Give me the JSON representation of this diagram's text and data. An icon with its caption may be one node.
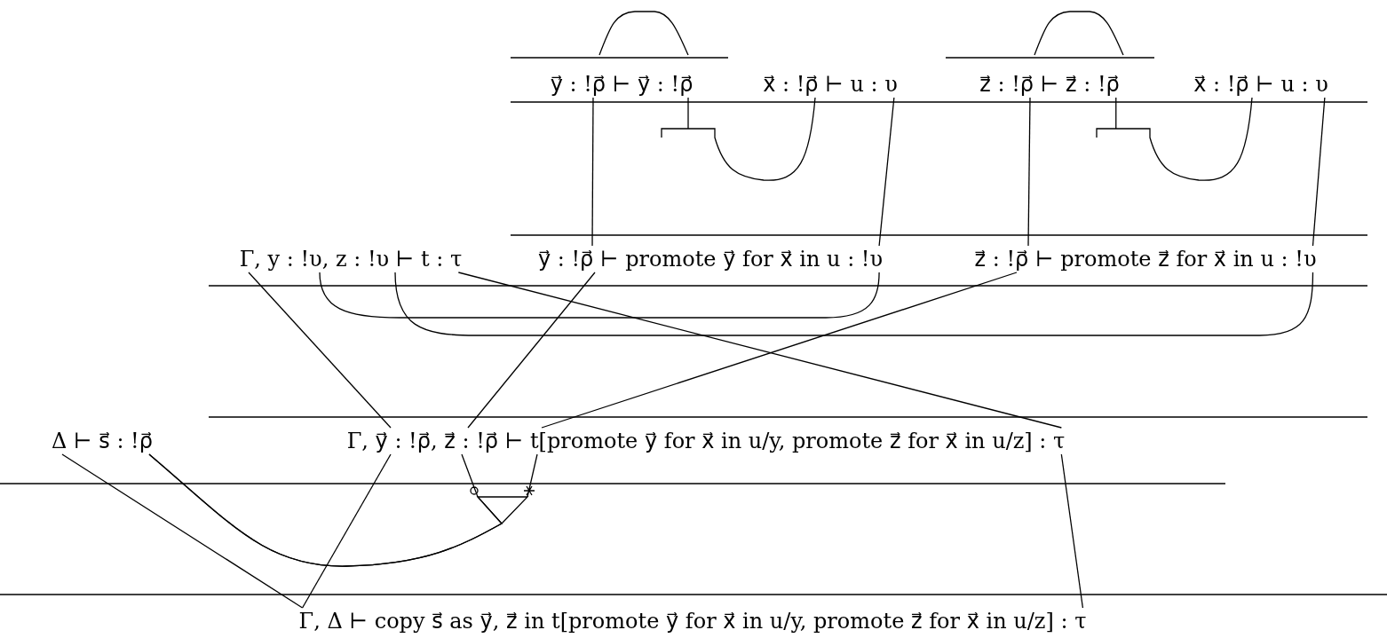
{
  "diagram": {
    "nodes": [
      {
        "text": [
          "y⃗ : !ρ⃗ ⊢ y⃗ : !ρ⃗"
        ]
      },
      {
        "text": [
          "x⃗ : !ρ⃗ ⊢ u : υ"
        ]
      },
      {
        "text": [
          "z⃗ : !ρ⃗ ⊢ z⃗ : !ρ⃗"
        ]
      },
      {
        "text": [
          "x⃗ : !ρ⃗ ⊢ u : υ"
        ]
      },
      {
        "text": [
          "Γ, y : !υ, z : !υ ⊢ t : τ"
        ]
      },
      {
        "text": [
          "y⃗ : !ρ⃗ ⊢ promote y⃗ for x⃗ in u : !υ"
        ]
      },
      {
        "text": [
          "z⃗ : !ρ⃗ ⊢ promote z⃗ for x⃗ in u : !υ"
        ]
      },
      {
        "text": [
          "Δ ⊢ s⃗ : !ρ⃗"
        ]
      },
      {
        "text": [
          "Γ, y⃗ : !ρ⃗, z⃗ : !ρ⃗ ⊢ t[promote y⃗ for x⃗ in u/y, promote z⃗ for x⃗ in u/z] : τ"
        ]
      },
      {
        "text": [
          "Γ, Δ ⊢ copy s⃗ as y⃗, z⃗ in t[promote y⃗ for x⃗ in u/y, promote z⃗ for x⃗ in u/z] : τ"
        ]
      }
    ],
    "edges": [
      {
        "from": 0,
        "to": 5,
        "arrow": "none"
      },
      {
        "from": 0,
        "to": 1,
        "arrow": "none"
      },
      {
        "from": 1,
        "to": 5,
        "arrow": "none"
      },
      {
        "from": 2,
        "to": 6,
        "arrow": "none"
      },
      {
        "from": 2,
        "to": 3,
        "arrow": "none"
      },
      {
        "from": 3,
        "to": 6,
        "arrow": "none"
      },
      {
        "from": 4,
        "to": 8,
        "arrow": "none"
      },
      {
        "from": 4,
        "to": 5,
        "arrow": "none"
      },
      {
        "from": 4,
        "to": 6,
        "arrow": "none"
      },
      {
        "from": 4,
        "to": 8,
        "arrow": "none"
      },
      {
        "from": 5,
        "to": 8,
        "arrow": "none"
      },
      {
        "from": 6,
        "to": 8,
        "arrow": "none"
      },
      {
        "from": 7,
        "to": 9,
        "arrow": "none"
      },
      {
        "from": 7,
        "to": 8,
        "arrow": "none"
      },
      {
        "from": 7,
        "to": 8,
        "arrow": "none"
      },
      {
        "from": 8,
        "to": 9,
        "arrow": "none"
      },
      {
        "from": 8,
        "to": 9,
        "arrow": "none"
      }
    ]
  }
}
